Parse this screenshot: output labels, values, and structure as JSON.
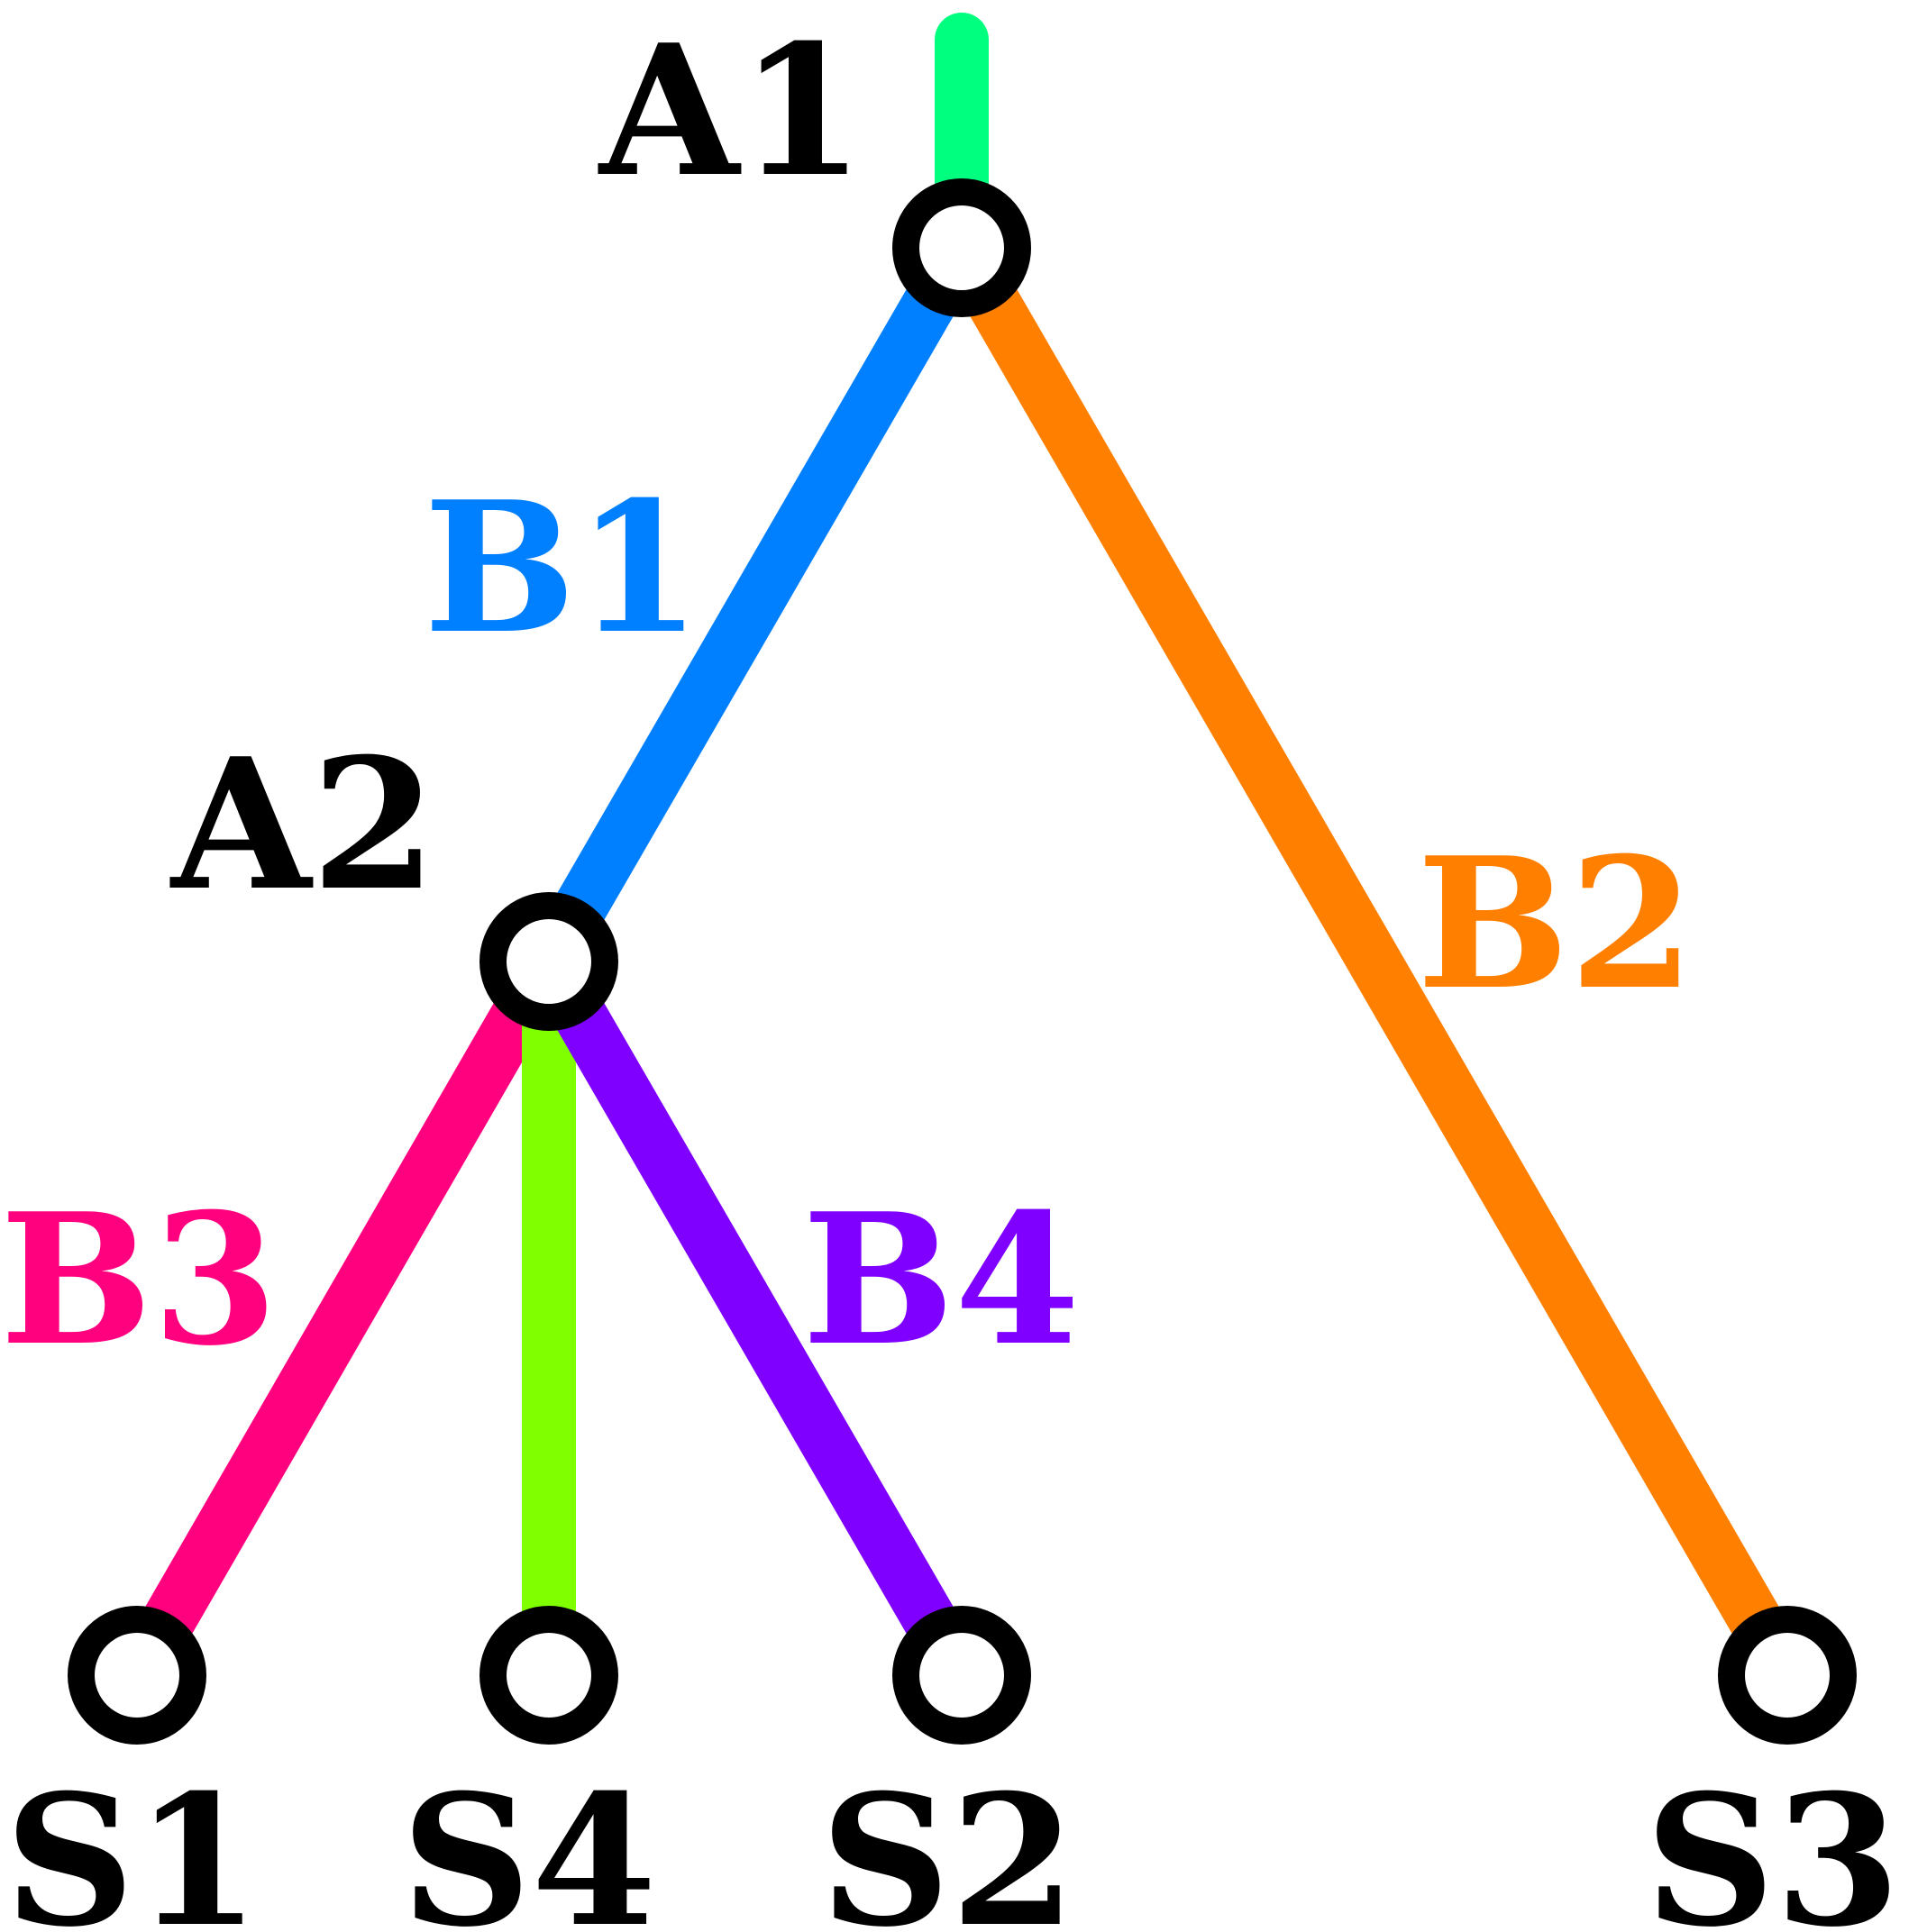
{
  "diagram": {
    "nodes": {
      "root": {
        "label": "A1"
      },
      "internal": {
        "label": "A2"
      },
      "leaf_s1": {
        "label": "S1"
      },
      "leaf_s4": {
        "label": "S4"
      },
      "leaf_s2": {
        "label": "S2"
      },
      "leaf_s3": {
        "label": "S3"
      }
    },
    "edges": {
      "root_stub": {
        "label": "",
        "color": "#00ff7f"
      },
      "b1": {
        "label": "B1",
        "color": "#007fff"
      },
      "b2": {
        "label": "B2",
        "color": "#ff7f00"
      },
      "b3": {
        "label": "B3",
        "color": "#ff007f"
      },
      "s4_stem": {
        "label": "",
        "color": "#7fff00"
      },
      "b4": {
        "label": "B4",
        "color": "#7f00ff"
      }
    },
    "node_label_color": "#000000",
    "node_fill_color": "#ffffff"
  }
}
